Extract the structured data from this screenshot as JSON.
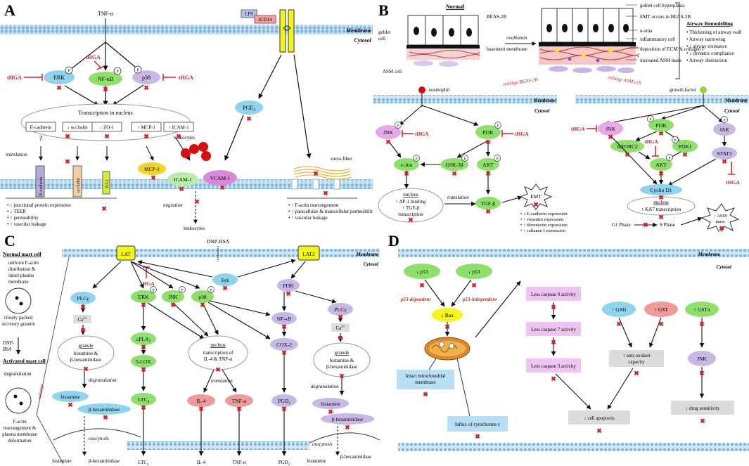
{
  "panel_letters": {
    "a": "A",
    "b": "B",
    "c": "C",
    "d": "D"
  },
  "common": {
    "membrane": "Membrane",
    "cytosol": "Cytosol",
    "p": "P",
    "x": "✖"
  },
  "colors": {
    "green": "#8ee06a",
    "blue": "#8fd4ee",
    "lilac": "#c7b8e6",
    "pink": "#e6a8e6",
    "salmon": "#ee9a9a",
    "yellow": "#f5f51e",
    "orange": "#f6b64a",
    "red": "#d42020",
    "inhibitor": "#d42020"
  },
  "A": {
    "tnf": "TNF-α",
    "lps": "LPS",
    "cd14": "sCD14",
    "erk": "ERK",
    "nfkb": "NF-κB",
    "p38": "p38",
    "thga": "tHGA",
    "transcription": "Transcription in nucleus",
    "genes": [
      "E-cadherin",
      "↓ occludin",
      "↓ ZO-1",
      "↑ MCP-1",
      "↑ ICAM-1"
    ],
    "question": "?",
    "translation": "translation",
    "junctions": [
      "E-cadherin",
      "occludin",
      "ZO-1"
    ],
    "pge2": "PGE",
    "pge2_sub": "2",
    "leukocytes": "leukocytes",
    "mcp1": "MCP-1",
    "icam1": "ICAM-1",
    "vcam1": "VCAM-1",
    "migration": "migration",
    "leukocytes_bottom": "leukocytes",
    "stress_fiber": "stress fiber",
    "effects_left": [
      "• ↓ junctional protein expression",
      "• ↓ TEER",
      "• ↑ permeability",
      "• ↑ vascular leakage"
    ],
    "effects_right": [
      "• ↑ F-actin rearrangement",
      "• ↑ paracellular & transcellular permeability",
      "• ↑ vascular leakage"
    ]
  },
  "B": {
    "normal": "Normal",
    "ovalbumin": "ovalbumin",
    "goblet_cell": "goblet\ncell",
    "beas": "BEAS-2B",
    "basement": "basement membrane",
    "asm_cell": "ASM cell",
    "changes": [
      "goblet cell hyperplasia",
      "EMT occurs in BEAS-2B",
      "α-sma",
      "inflammatory cell",
      "deposition of  ECM & collagen I",
      "increased ASM mass"
    ],
    "remodel_title": "Airway Remodelling",
    "remodel_items": [
      "• Thickening of airway wall",
      "• Airway narrowing",
      "• ↑ airway resistance",
      "• ↓ dynamic compliance",
      "• Airway obstruction"
    ],
    "enlarge_beas": "enlarge BEAS-2B",
    "enlarge_asm": "enlarge ASM cell",
    "eosinophil": "eosinophil",
    "growth_factor": "growth factor",
    "jnk": "JNK",
    "pi3k": "PI3K",
    "gsk": "GSK-3β",
    "akt": "AKT",
    "cjun": "c-Jun",
    "tgfb": "TGF-β",
    "nucleus": "nucleus",
    "nucleus_lines": [
      "↑ AP-1 binding",
      "↑ TGF-β",
      "transcription"
    ],
    "translation": "translation",
    "emt": "EMT",
    "emt_effects": [
      "• ↓ E-cadherin expression",
      "• ↑ vimentin expression",
      "• ↑ fibronectin expression",
      "• ↑ collagen I expression"
    ],
    "jnk2": "JNK",
    "pi3k2": "PI3K",
    "jak": "JAK",
    "mtorc2": "mTORC2",
    "pdk1": "PDK1",
    "akt2": "AKT",
    "stat3": "STAT3",
    "cyclin": "Cyclin D1",
    "nucleus2": "nucleus",
    "ki67": "↑ Ki67 transcription",
    "g1": "G1 Phase",
    "s": "S Phase",
    "asm_mass": "↑ ASM\nmass"
  },
  "C": {
    "normal_title": "Normal mast cell",
    "normal_desc": [
      "uniform F-actin",
      "distribution &",
      "intact plasma",
      "membrane"
    ],
    "granule_desc": [
      "closely packed",
      "secretory granule"
    ],
    "dnp_side": "DNP-",
    "bsa_side": "BSA",
    "activated_title": "Activated mast cell",
    "degranulation": "degranulation",
    "actin_desc": [
      "F-actin",
      "rearrangement &",
      "plasma membrane",
      "deformation"
    ],
    "enlarge": "enlarge",
    "lat": "LAT",
    "lat2": "LAT2",
    "dnp": "DNP-BSA",
    "syk": "Syk",
    "thga": "tHGA",
    "plcg": "PLCγ",
    "ca": "Ca",
    "granule": "granule",
    "hist_hex": [
      "histamine &",
      "β-hexaminidase"
    ],
    "degran": "degranulation",
    "histamine": "histamine",
    "bhex": "β-hexaminidase",
    "exocytosis": "exocytosis",
    "out_hist": "histamine",
    "out_bhex": "β-hexaminidase",
    "erk": "ERK",
    "jnk": "JNK",
    "p38": "p38",
    "cpla2": "cPLA",
    "lox": "5-LOX",
    "ltc4": "LTC",
    "ltc4_out": "LTC",
    "nucleus": "nucleus",
    "transcription": [
      "transcription of",
      "IL-4 & TNF-α"
    ],
    "translation": "translation",
    "il4": "IL-4",
    "tnfa": "TNF-α",
    "il4_out": "IL-4",
    "tnfa_out": "TNF-α",
    "nfkb": "NF-κB",
    "cox2": "COX-2",
    "pgd2": "PGD",
    "pgd2_out": "PGD",
    "pi3k": "PI3K",
    "plcg2": "PLCγ",
    "ca2": "Ca",
    "granule2": "granule",
    "hist_hex2": [
      "histamine &",
      "β-hexaminidase"
    ],
    "degran2": "degranulation",
    "histamine2": "histamine",
    "bhex2": "β-hexaminidase",
    "exocytosis2": "exocytosis",
    "out_hist2": "histamine",
    "out_bhex2": "β-hexaminidase"
  },
  "D": {
    "p53a": "↓ p53",
    "p53b": "↓ p53",
    "dep": "p53-dependent",
    "indep": "p53-independent",
    "bax": "↓ Bax",
    "mito_label": [
      "Intact mitochondrial",
      "membrane"
    ],
    "cytc": "Influx of cytochrome c",
    "casp9": "Less caspase 9 activity",
    "casp7": "Less caspase 7 activity",
    "casp3": "Less caspase 3 activity",
    "gsh": "↑ GSH",
    "gst": "↑ GST",
    "gstpi": "↑ GSTπ",
    "antiox": [
      "↑ anti-oxidant",
      "capacity"
    ],
    "jnk": "JNK",
    "apoptosis": "↓ cell apoptosis",
    "drug": "↓ drug sensitivity"
  }
}
